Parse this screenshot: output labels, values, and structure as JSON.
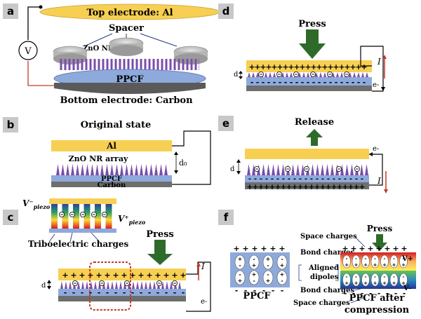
{
  "panels": {
    "a": {
      "letter": "a",
      "top_electrode": "Top electrode: Al",
      "spacer": "Spacer",
      "zno_nr": "ZnO NR",
      "voltmeter": "V",
      "ppcf": "PPCF",
      "bottom_electrode": "Bottom electrode: Carbon"
    },
    "b": {
      "letter": "b",
      "title": "Original state",
      "al": "Al",
      "zno_array": "ZnO NR array",
      "ppcf": "PPCF",
      "carbon": "Carbon",
      "gap": "d₀"
    },
    "c": {
      "letter": "c",
      "v_piezo_minus": "V⁻",
      "v_piezo_plus": "V⁺",
      "piezo_sub": "piezo",
      "tribo": "Triboelectric charges",
      "press": "Press",
      "d": "d",
      "current": "I",
      "electron": "e-"
    },
    "d": {
      "letter": "d",
      "press": "Press",
      "d": "d",
      "current": "I",
      "electron": "e-"
    },
    "e": {
      "letter": "e",
      "release": "Release",
      "d": "d",
      "current": "I",
      "electron": "e-"
    },
    "f": {
      "letter": "f",
      "press": "Press",
      "space_charges_top": "Space charges",
      "bond_charges_top": "Bond charges",
      "aligned": "Aligned",
      "dipoles": "dipoles",
      "bond_charges_bottom": "Bond charges",
      "space_charges_bottom": "Space charges",
      "ppcf": "PPCF",
      "ppcf_after_1": "PPCF after",
      "ppcf_after_2": "compression",
      "v_plus": "V+",
      "v_minus": "V-"
    }
  },
  "colors": {
    "label_box": "#c8c8c8",
    "aluminum": "#f7cf52",
    "ppcf_blue": "#8ea9db",
    "carbon_gray": "#6e6e6e",
    "nanorod_purple": "#7a4ea8",
    "arrow_green": "#2e6b2a",
    "circuit_red": "#c0392b",
    "dotted_red": "#c0392b"
  }
}
